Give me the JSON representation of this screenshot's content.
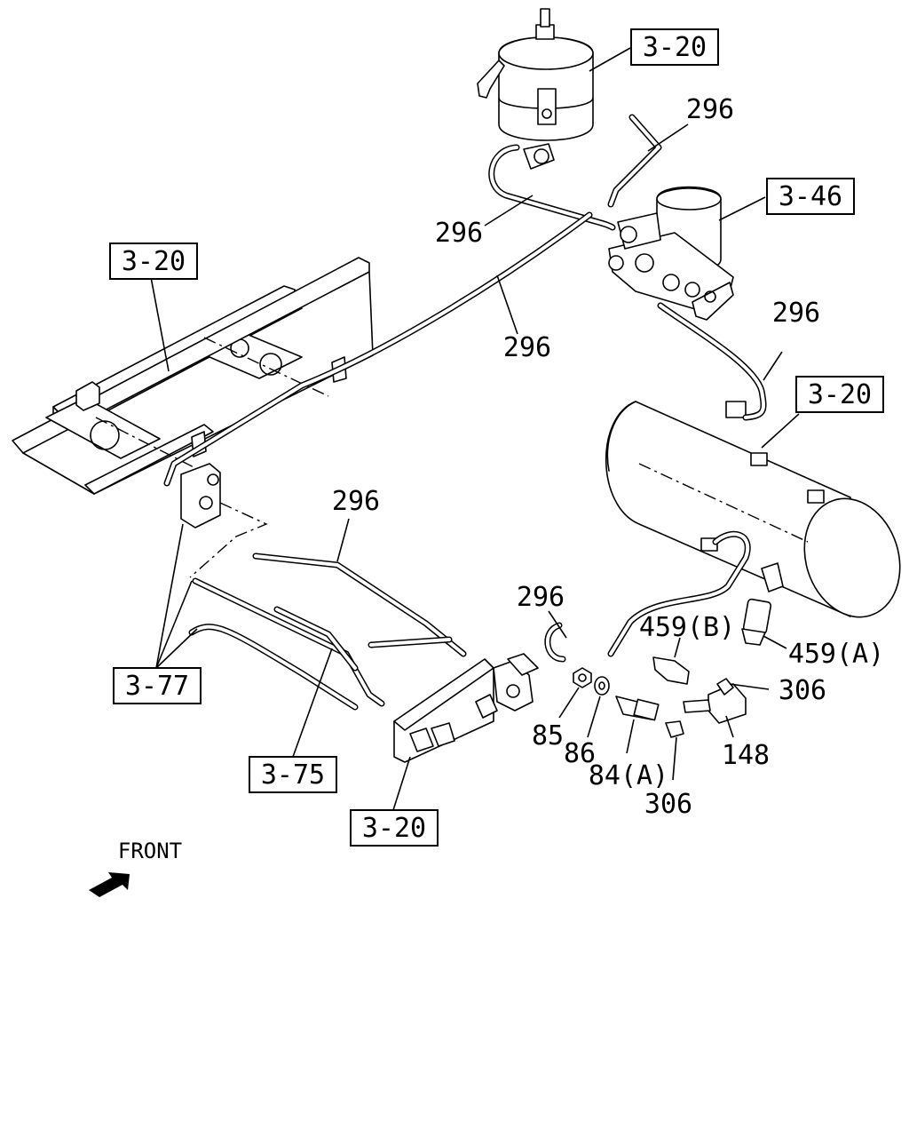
{
  "callouts": {
    "ref_3_20_top": "3-20",
    "ref_3_46": "3-46",
    "ref_3_20_frame": "3-20",
    "ref_3_20_tank": "3-20",
    "ref_3_77": "3-77",
    "ref_3_75": "3-75",
    "ref_3_20_bottom": "3-20"
  },
  "labels": {
    "p296_a": "296",
    "p296_b": "296",
    "p296_c": "296",
    "p296_d": "296",
    "p296_e": "296",
    "p296_f": "296",
    "p459b": "459(B)",
    "p459a": "459(A)",
    "p306_a": "306",
    "p306_b": "306",
    "p148": "148",
    "p85": "85",
    "p86": "86",
    "p84a": "84(A)"
  },
  "orientation": {
    "front_label": "FRONT"
  }
}
